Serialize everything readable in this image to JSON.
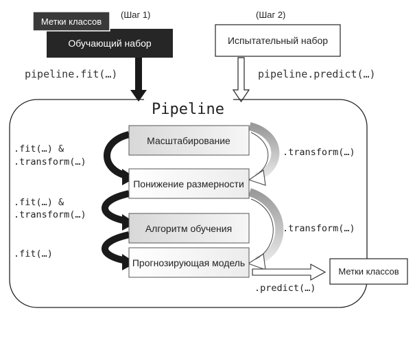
{
  "step1": {
    "label": "(Шаг 1)",
    "class_labels": "Метки классов",
    "training_set": "Обучающий набор",
    "call": "pipeline.fit(…)"
  },
  "step2": {
    "label": "(Шаг 2)",
    "test_set": "Испытательный набор",
    "call": "pipeline.predict(…)"
  },
  "pipeline": {
    "title": "Pipeline",
    "stages": [
      "Масштабирование",
      "Понижение размерности",
      "Алгоритм обучения",
      "Прогнозирующая модель"
    ]
  },
  "left_calls": {
    "first_a": ".fit(…) &",
    "first_b": ".transform(…)",
    "second_a": ".fit(…) &",
    "second_b": ".transform(…)",
    "third": ".fit(…)"
  },
  "right_calls": {
    "first": ".transform(…)",
    "second": ".transform(…)",
    "predict": ".predict(…)"
  },
  "output": {
    "label": "Метки классов"
  }
}
